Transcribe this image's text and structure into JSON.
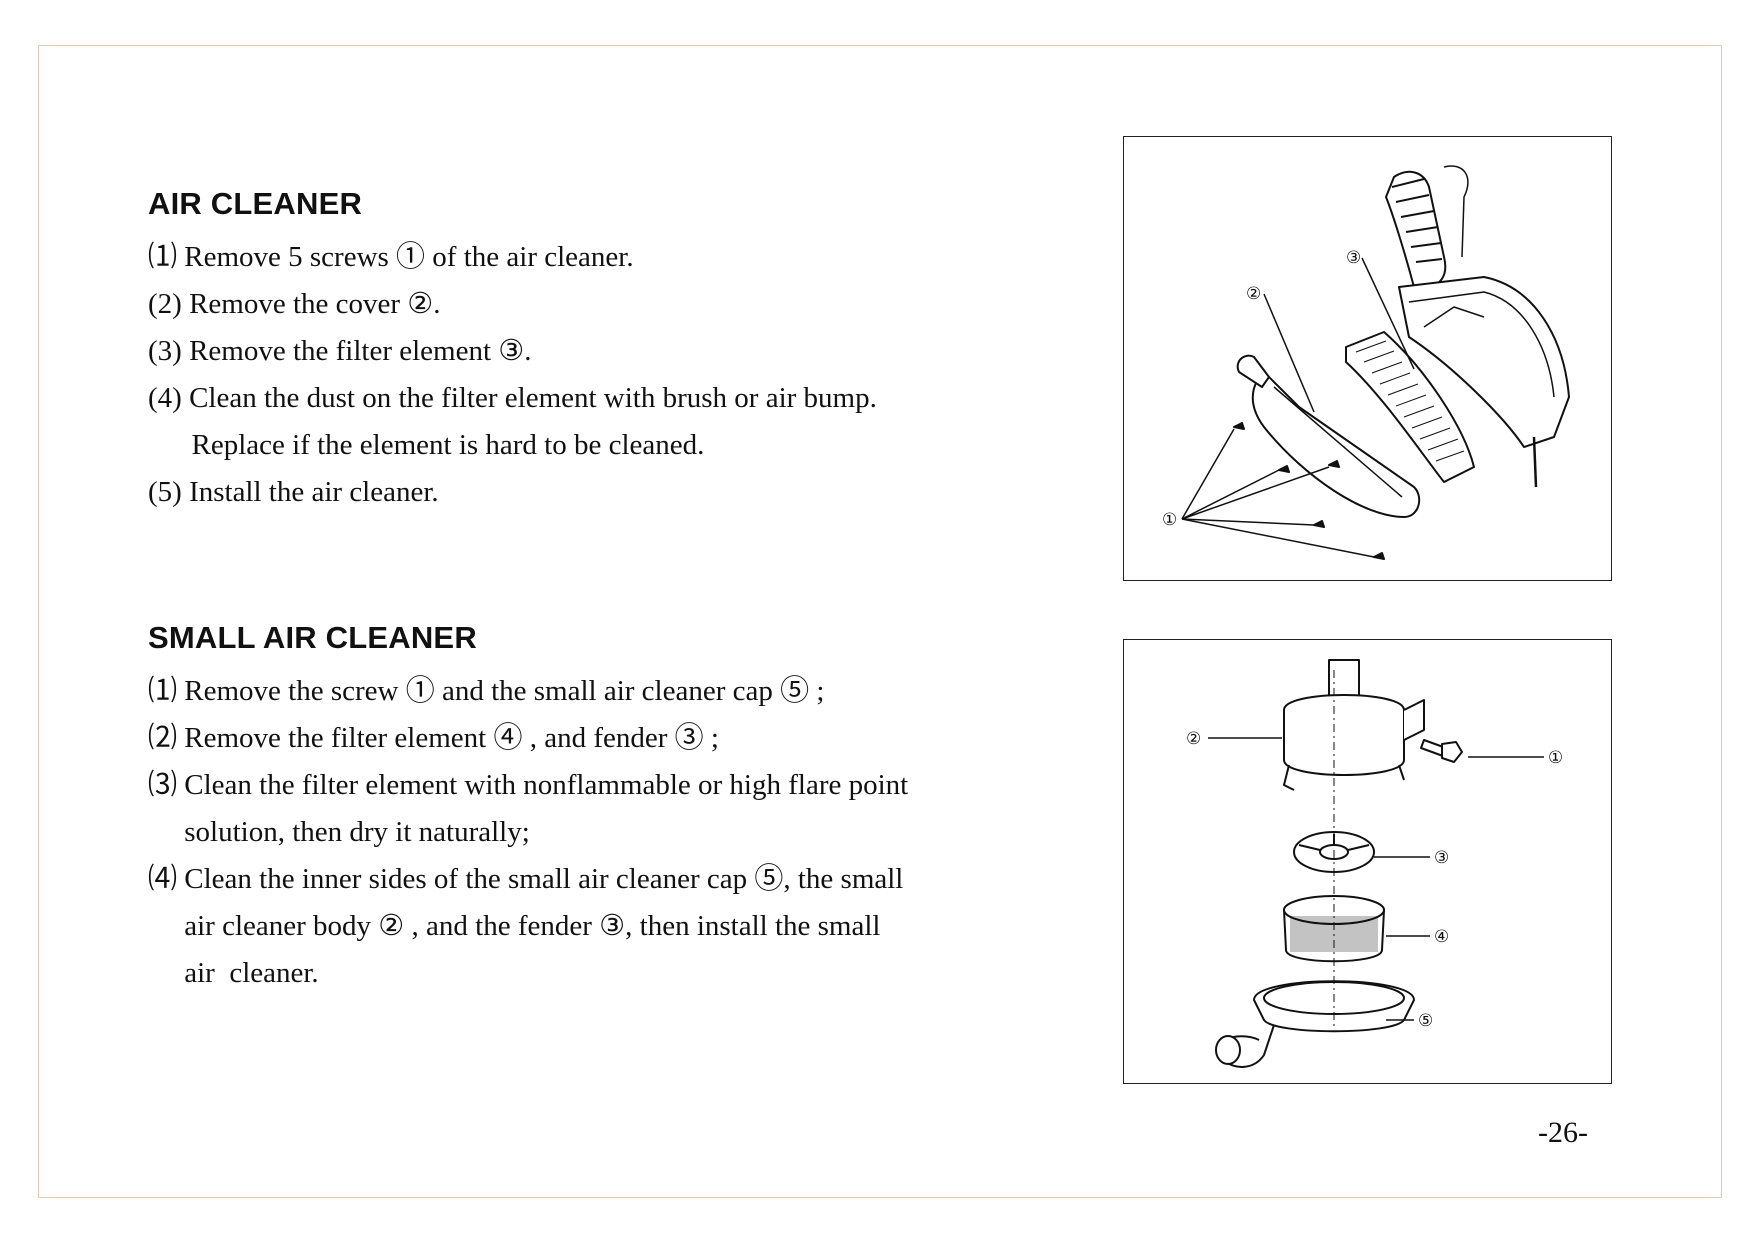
{
  "section1": {
    "title": "AIR CLEANER",
    "steps": [
      "⑴ Remove 5 screws ① of the air cleaner.",
      "(2) Remove the cover ②.",
      "(3) Remove the filter element ③.",
      "(4) Clean the dust on the filter element with brush or air bump.",
      "      Replace if the element is hard to be cleaned.",
      "(5) Install the air cleaner."
    ],
    "figure_callouts": [
      "①",
      "②",
      "③"
    ]
  },
  "section2": {
    "title": "SMALL AIR CLEANER",
    "steps": [
      "⑴ Remove the screw ① and the small air cleaner cap ⑤ ;",
      "⑵ Remove the filter element ④ , and fender ③ ;",
      "⑶ Clean the filter element with nonflammable or high flare point",
      "     solution, then dry it naturally;",
      "⑷ Clean the inner sides of the small air cleaner cap ⑤, the small",
      "     air cleaner body ② , and the fender ③, then install the small",
      "     air  cleaner."
    ],
    "figure_callouts": [
      "①",
      "②",
      "③",
      "④",
      "⑤"
    ]
  },
  "page_number": "-26-"
}
